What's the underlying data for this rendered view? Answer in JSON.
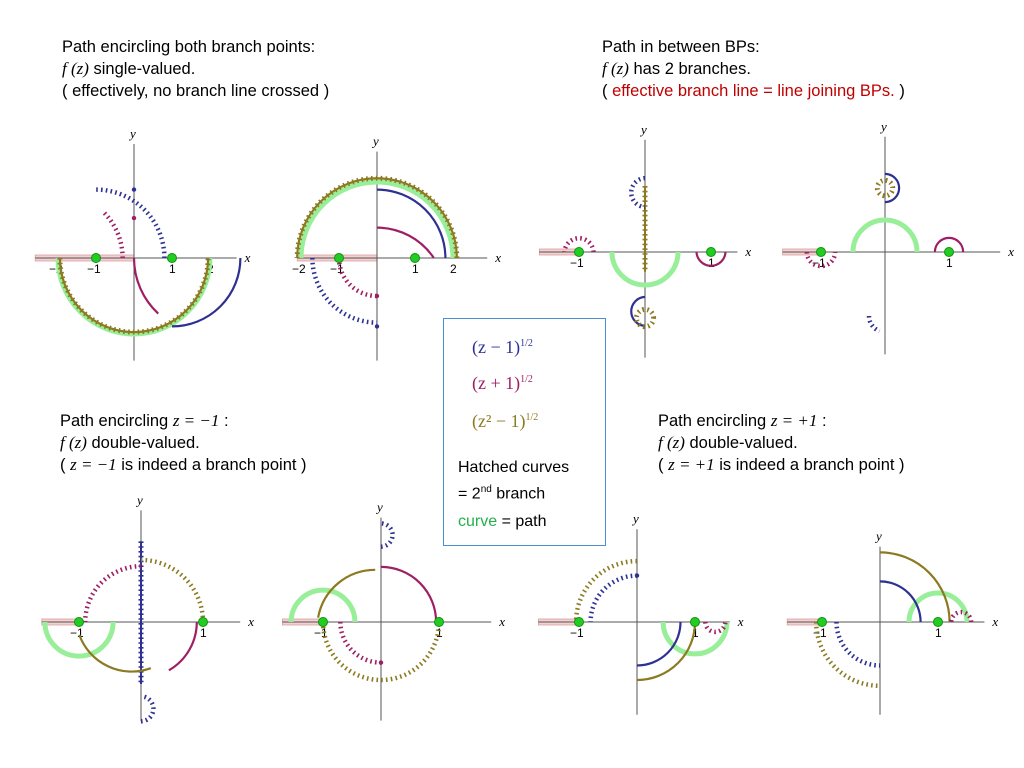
{
  "captions": {
    "both": {
      "line1": "Path encircling both branch points:",
      "line2_fz": "f (z)",
      "line2_rest": " single-valued.",
      "line3": "( effectively, no branch line crossed )"
    },
    "between": {
      "line1": "Path in between BPs:",
      "line2_fz": "f (z)",
      "line2_rest": " has 2 branches.",
      "line3_open": "( ",
      "line3_red": "effective branch line = line joining BPs.",
      "line3_close": " )"
    },
    "minus": {
      "line1_pre": "Path encircling ",
      "line1_math": "z = −1",
      "line1_post": " :",
      "line2_fz": "f (z)",
      "line2_rest": " double-valued.",
      "line3_open": "( ",
      "line3_math": "z = −1",
      "line3_rest": " is indeed a branch point )"
    },
    "plus": {
      "line1_pre": "Path encircling ",
      "line1_math": "z = +1",
      "line1_post": " :",
      "line2_fz": "f (z)",
      "line2_rest": " double-valued.",
      "line3_open": "( ",
      "line3_math": "z = +1",
      "line3_rest": " is indeed a branch point )"
    }
  },
  "legend": {
    "f1_base": "(z − 1)",
    "f1_exp": "1/2",
    "f2_base": "(z + 1)",
    "f2_exp": "1/2",
    "f3_base": "(z² − 1)",
    "f3_exp": "1/2",
    "hatched_line1": "Hatched curves",
    "hatched_line2_pre": "= 2",
    "hatched_line2_sup": "nd",
    "hatched_line2_post": " branch",
    "curve_word": "curve",
    "curve_rest": " = path"
  },
  "axis_labels": {
    "x": "x",
    "y": "y"
  },
  "tick_labels": {
    "m2": "−2",
    "m1": "−1",
    "p1": "1",
    "p2": "2"
  },
  "colors": {
    "f1": "#2e3192",
    "f2": "#9e1f63",
    "f3": "#8b7a20",
    "path": "#99ee99",
    "branch_cut": "#d9a0a0",
    "branch_point": "#22cc22",
    "accent_red": "#c00000",
    "legend_border": "#4a90d0"
  }
}
